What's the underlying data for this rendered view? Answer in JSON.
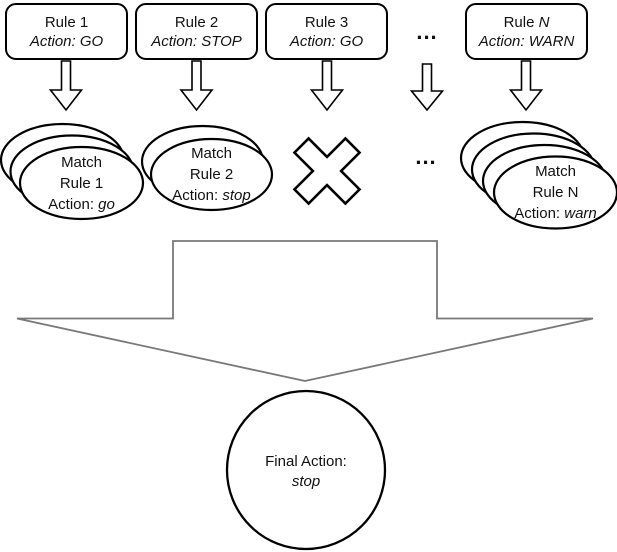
{
  "colors": {
    "line": "#000000",
    "funnel_line": "#787878",
    "shape_fill": "#ffffff",
    "background": "#ffffff",
    "text": "#111111"
  },
  "rule_boxes": [
    {
      "title": "Rule 1",
      "action": "Action: GO"
    },
    {
      "title": "Rule 2",
      "action": "Action: STOP"
    },
    {
      "title": "Rule 3",
      "action": "Action: GO"
    },
    {
      "title_prefix": "Rule",
      "title_var": "N",
      "action": "Action: WARN"
    }
  ],
  "ellipsis_top": "...",
  "ellipsis_middle": "...",
  "match_groups": [
    {
      "line1": "Match",
      "line2": "Rule 1",
      "action_label": "Action:",
      "action_value": "go",
      "stack_count": 3
    },
    {
      "line1": "Match",
      "line2": "Rule 2",
      "action_label": "Action:",
      "action_value": "stop",
      "stack_count": 2
    },
    {
      "line1": "Match",
      "line2": "Rule N",
      "action_label": "Action:",
      "action_value": "warn",
      "stack_count": 4
    }
  ],
  "no_match": {
    "symbol": "x-cross"
  },
  "final_action": {
    "label": "Final Action:",
    "value": "stop"
  }
}
